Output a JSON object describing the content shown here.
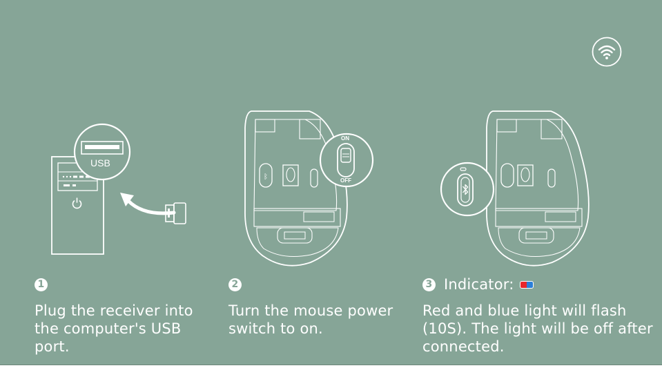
{
  "illustrations": {
    "computer": {
      "usb_label": "USB"
    }
  },
  "icons": {
    "wifi": "wifi-icon",
    "power": "power-icon",
    "bluetooth": "bluetooth-icon",
    "arrow": "curved-arrow-icon"
  },
  "mouse_switch": {
    "on_label": "ON",
    "off_label": "OFF"
  },
  "steps": [
    {
      "number": "1",
      "title": "",
      "text": "Plug the receiver into\nthe computer's USB port."
    },
    {
      "number": "2",
      "title": "",
      "text": "Turn the mouse power\nswitch to on."
    },
    {
      "number": "3",
      "title": "Indicator:",
      "text": "Red and blue light will flash\n(10S). The light will be off after\nconnected."
    }
  ],
  "colors": {
    "background": "#86a597",
    "foreground": "#ffffff",
    "led_red": "#e8262b",
    "led_blue": "#2b7fd8"
  }
}
